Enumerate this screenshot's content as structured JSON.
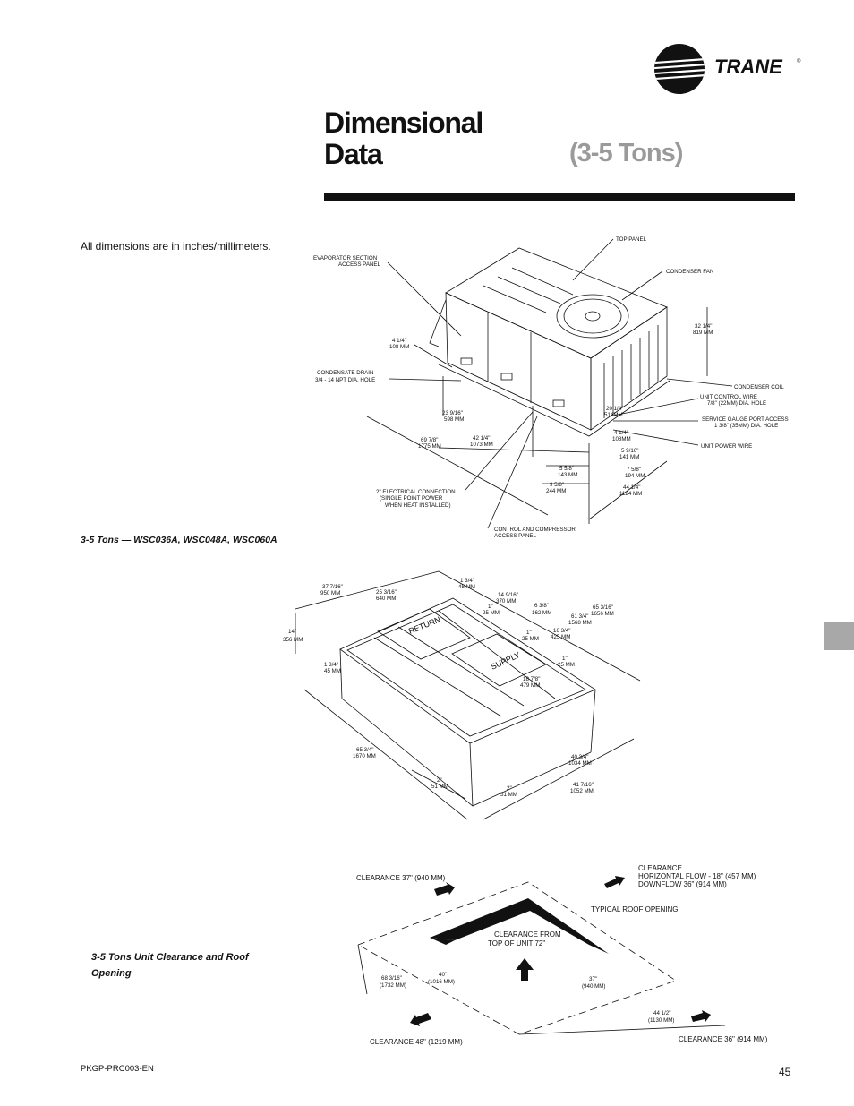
{
  "brand": {
    "name": "TRANE",
    "registered": "®"
  },
  "header": {
    "title_line1": "Dimensional",
    "title_line2": "Data",
    "subtitle": "(3-5 Tons)"
  },
  "note": "All dimensions are in inches/millimeters.",
  "figure1": {
    "caption": "3-5  Tons  — WSC036A, WSC048A, WSC060A",
    "labels": {
      "top_panel": "TOP PANEL",
      "evap_access_1": "EVAPORATOR SECTION",
      "evap_access_2": "ACCESS PANEL",
      "condenser_fan": "CONDENSER FAN",
      "dim_32_in": "32 1/4\"",
      "dim_32_mm": "819 MM",
      "dim_4a_in": "4 1/4\"",
      "dim_4a_mm": "108 MM",
      "drain_1": "CONDENSATE DRAIN",
      "drain_2": "3/4 - 14 NPT DIA. HOLE",
      "condenser_coil": "CONDENSER COIL",
      "ctrl_wire_1": "UNIT CONTROL WIRE",
      "ctrl_wire_2": "7/8\" (22MM) DIA. HOLE",
      "gauge_1": "SERVICE GAUGE PORT ACCESS",
      "gauge_2": "1 3/8\" (35MM) DIA. HOLE",
      "power_wire": "UNIT POWER WIRE",
      "dim_23_in": "23 9/16\"",
      "dim_23_mm": "598 MM",
      "dim_20_in": "20 1/4\"",
      "dim_20_mm": "514MM",
      "dim_69_in": "69 7/8\"",
      "dim_69_mm": "1775 MM",
      "dim_42_in": "42 1/4\"",
      "dim_42_mm": "1073 MM",
      "dim_4b_in": "4 1/4\"",
      "dim_4b_mm": "108MM",
      "dim_5a_in": "5 9/16\"",
      "dim_5a_mm": "141 MM",
      "dim_7_in": "7 5/8\"",
      "dim_7_mm": "194 MM",
      "dim_5b_in": "5 5/8\"",
      "dim_5b_mm": "143 MM",
      "dim_9_in": "9 5/8\"",
      "dim_9_mm": "244 MM",
      "dim_44_in": "44 1/4\"",
      "dim_44_mm": "1124 MM",
      "elec_1": "2\" ELECTRICAL CONNECTION",
      "elec_2": "(SINGLE POINT POWER",
      "elec_3": "WHEN HEAT INSTALLED)",
      "ctrl_panel_1": "CONTROL AND COMPRESSOR",
      "ctrl_panel_2": "ACCESS PANEL"
    }
  },
  "figure2": {
    "labels": {
      "return": "RETURN",
      "supply": "SUPPLY",
      "d37_in": "37 7/16\"",
      "d37_mm": "950 MM",
      "d25_in": "25 3/16\"",
      "d25_mm": "640 MM",
      "d1a_in": "1 3/4\"",
      "d1a_mm": "45 MM",
      "d14_in": "14 9/16\"",
      "d14_mm": "370 MM",
      "d6_in": "6 3/8\"",
      "d6_mm": "162 MM",
      "d65a_in": "65 3/16\"",
      "d65a_mm": "1656 MM",
      "d61_in": "61 3/4\"",
      "d61_mm": "1568 MM",
      "d1b_in": "1\"",
      "d1b_mm": "25 MM",
      "d16_in": "16 3/4\"",
      "d16_mm": "425 MM",
      "dh14_in": "14\"",
      "dh14_mm": "356 MM",
      "d1c_in": "1\"",
      "d1c_mm": "25 MM",
      "d1d_in": "1\"",
      "d1d_mm": "25 MM",
      "d1e_in": "1 3/4\"",
      "d1e_mm": "45 MM",
      "d18_in": "18 7/8\"",
      "d18_mm": "479 MM",
      "d65b_in": "65 3/4\"",
      "d65b_mm": "1670 MM",
      "d40_in": "40 3/4\"",
      "d40_mm": "1034 MM",
      "d2a_in": "2\"",
      "d2a_mm": "51 MM",
      "d2b_in": "2\"",
      "d2b_mm": "51 MM",
      "d41_in": "41 7/16\"",
      "d41_mm": "1052 MM"
    }
  },
  "figure3": {
    "caption_line1": "3-5 Tons Unit Clearance and Roof",
    "caption_line2": "Opening",
    "labels": {
      "clear37": "CLEARANCE 37\" (940 MM)",
      "clear_h1": "CLEARANCE",
      "clear_h2": "HORIZONTAL FLOW - 18\" (457 MM)",
      "clear_h3": "DOWNFLOW 36\" (914 MM)",
      "roof_opening": "TYPICAL ROOF OPENING",
      "top1": "CLEARANCE FROM",
      "top2": "TOP OF UNIT  72\"",
      "d68_in": "68 3/16\"",
      "d68_mm": "(1732 MM)",
      "d40_in": "40\"",
      "d40_mm": "(1016 MM)",
      "d37_in": "37\"",
      "d37_mm": "(940 MM)",
      "d44_in": "44 1/2\"",
      "d44_mm": "(1130 MM)",
      "clear48": "CLEARANCE 48\" (1219 MM)",
      "clear36": "CLEARANCE 36\" (914 MM)"
    }
  },
  "footer": {
    "doc_code": "PKGP-PRC003-EN",
    "page": "45"
  }
}
